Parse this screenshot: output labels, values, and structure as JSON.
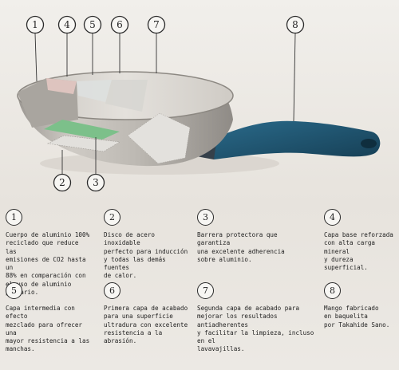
{
  "callouts": [
    {
      "number": "1",
      "text": "Cuerpo de aluminio 100%\nreciclado que reduce las\nemisiones de CO2 hasta un\n88% en comparación con\nel uso de aluminio primario."
    },
    {
      "number": "2",
      "text": "Disco de acero inoxidable\nperfecto para inducción\ny todas las demás fuentes\nde calor."
    },
    {
      "number": "3",
      "text": "Barrera protectora que garantiza\nuna excelente adherencia\nsobre aluminio."
    },
    {
      "number": "4",
      "text": "Capa base reforzada\ncon alta carga mineral\ny dureza superficial."
    },
    {
      "number": "5",
      "text": "Capa intermedia con efecto\nmezclado para ofrecer una\nmayor resistencia a las\nmanchas."
    },
    {
      "number": "6",
      "text": "Primera capa de acabado\npara una superficie\nultradura con excelente\nresistencia a la abrasión."
    },
    {
      "number": "7",
      "text": "Segunda capa de acabado para\nmejorar los resultados antiadherentes\ny facilitar la limpieza, incluso en el\nlavavajillas."
    },
    {
      "number": "8",
      "text": "Mango fabricado\nen baquelita\npor Takahide Sano."
    }
  ],
  "colors": {
    "aluminium": "#b8b4ae",
    "steel_disc": "#d9d7d2",
    "barrier": "#7cc08a",
    "base_coat": "#e8c9c4",
    "handle": "#1f5470"
  },
  "icons": [
    "frying-pan-illustration"
  ]
}
